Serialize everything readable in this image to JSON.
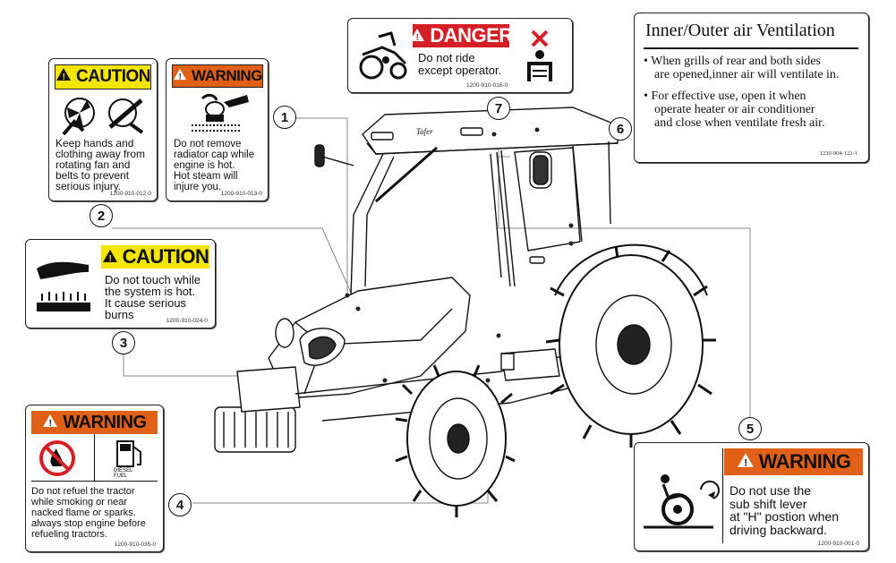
{
  "labels": {
    "caution_fan": {
      "signal": "CAUTION",
      "text": [
        "Keep hands and",
        "clothing away from",
        "rotating  fan and",
        "belts to   prevent",
        "serious injury."
      ],
      "code": "1200-910-012-0"
    },
    "warning_radiator": {
      "signal": "WARNING",
      "text": [
        "Do not remove",
        "radiator cap while",
        "engine is hot.",
        "Hot steam will",
        "injure you."
      ],
      "code": "1200-910-013-0"
    },
    "danger_ride": {
      "signal": "DANGER",
      "text": [
        "Do not ride",
        "except operator."
      ],
      "code": "1200-910-016-0"
    },
    "ventilation": {
      "title": "Inner/Outer air Ventilation",
      "bullets": [
        [
          "When grills of rear and both sides",
          "are opened,inner air will ventilate in."
        ],
        [
          "For effective use, open it when",
          "operate heater or air conditioner",
          "and close when ventilate fresh air."
        ]
      ],
      "code": "1220-904-122-1"
    },
    "caution_hot": {
      "signal": "CAUTION",
      "text": [
        "Do not touch while",
        "the system is hot.",
        "It cause serious",
        "burns"
      ],
      "code": "1200-910-024-0"
    },
    "warning_refuel": {
      "signal": "WARNING",
      "text": [
        "Do not refuel the tractor",
        "while smoking or near",
        "nacked flame  or sparks.",
        "always stop engine before",
        "refueling tractors."
      ],
      "diesel_text": [
        "DIESEL",
        "FUEL"
      ],
      "code": "1200-910-035-0"
    },
    "warning_shift": {
      "signal": "WARNING",
      "text": [
        "Do not use the",
        "sub shift lever",
        "at \"H\" postion when",
        "driving backward."
      ],
      "code": "1200-910-001-0"
    }
  },
  "callouts": [
    "1",
    "2",
    "3",
    "4",
    "5",
    "6",
    "7"
  ],
  "tractor": {
    "brand": "Tafer"
  },
  "colors": {
    "caution": "#f3e500",
    "warning": "#e06018",
    "danger": "#d51f26"
  },
  "icons": [
    "fan-hazard-icon",
    "hot-steam-icon",
    "no-rider-icon",
    "hot-surface-icon",
    "no-fire-icon",
    "fuel-pump-icon",
    "rollover-icon"
  ]
}
